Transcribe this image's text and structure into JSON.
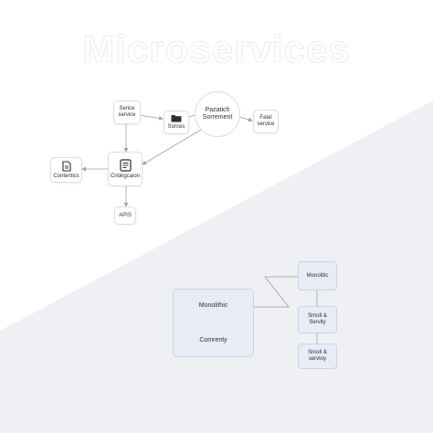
{
  "title": "Microservices",
  "top_diagram": {
    "service_node": "Serice\nservice",
    "sorces_node": "Sorces",
    "circle_node": "Pazatich\nSorrement",
    "fatel_node": "Fatel\nservice",
    "center_node": "Cridegcaion",
    "contentics_node": "Contentics",
    "apis_node": "APIS"
  },
  "bottom_diagram": {
    "monolithic_box": {
      "label_top": "Monolithic",
      "label_bottom": "Comrenty"
    },
    "right_nodes": [
      "Monolitic",
      "Smoll &\nServity",
      "Smoll &\nservtoy"
    ]
  },
  "colors": {
    "panel_gray": "#eef0f4",
    "node_blue": "#e8ecf6",
    "line": "#9aa0ab"
  }
}
